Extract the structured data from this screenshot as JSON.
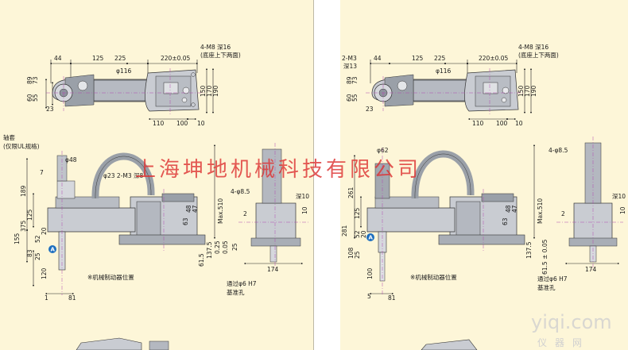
{
  "left": {
    "top_dims": [
      "44",
      "125",
      "225",
      "220±0.05",
      "4-M8 深16",
      "(底座上下两面)",
      "φ116",
      "89",
      "73",
      "60",
      "55",
      "23",
      "150",
      "170",
      "190",
      "110",
      "100",
      "10"
    ],
    "side_dims": [
      "φ48",
      "φ23 2-M3 深8",
      "189",
      "125",
      "375",
      "155",
      "20",
      "52",
      "83",
      "25",
      "120",
      "7",
      "1",
      "81",
      "Max.510",
      "48",
      "47",
      "63",
      "137.5",
      "61.5",
      "0.25",
      "0.05",
      "25",
      "4-φ8.5",
      "深10",
      "2",
      "10",
      "174"
    ],
    "axis_label": "轴套",
    "axis_note": "(仅限UL规格)",
    "brake_note": "※机械制动器位置",
    "hole_note_1": "通过φ6 H7",
    "hole_note_2": "基准孔",
    "badge": "A"
  },
  "right": {
    "top_dims": [
      "2-M3",
      "深13",
      "44",
      "125",
      "225",
      "220±0.05",
      "4-M8 深16",
      "(底座上下两面)",
      "φ116",
      "89",
      "73",
      "60",
      "55",
      "23",
      "150",
      "170",
      "190",
      "110",
      "100",
      "10"
    ],
    "side_dims": [
      "φ62",
      "261",
      "125",
      "281",
      "52",
      "20",
      "108",
      "25",
      "100",
      "5",
      "81",
      "Max.510",
      "48",
      "47",
      "63",
      "137.5",
      "61.5 ± 0.05",
      "4-φ8.5",
      "深10",
      "2",
      "10",
      "174"
    ],
    "brake_note": "※机械制动器位置",
    "hole_note_1": "通过φ6 H7",
    "hole_note_2": "基准孔",
    "badge": "A"
  },
  "watermark": "上海坤地机械科技有限公司",
  "watermark_site": "yiqi.com",
  "watermark_site_cn": "仪器网",
  "colors": {
    "paper": "#fdf6d8",
    "part": "#c9ccd2",
    "part_dark": "#8d939c",
    "line": "#222222",
    "center": "#b14ab0",
    "badge": "#1e6fbf",
    "watermark": "#dd3333"
  }
}
